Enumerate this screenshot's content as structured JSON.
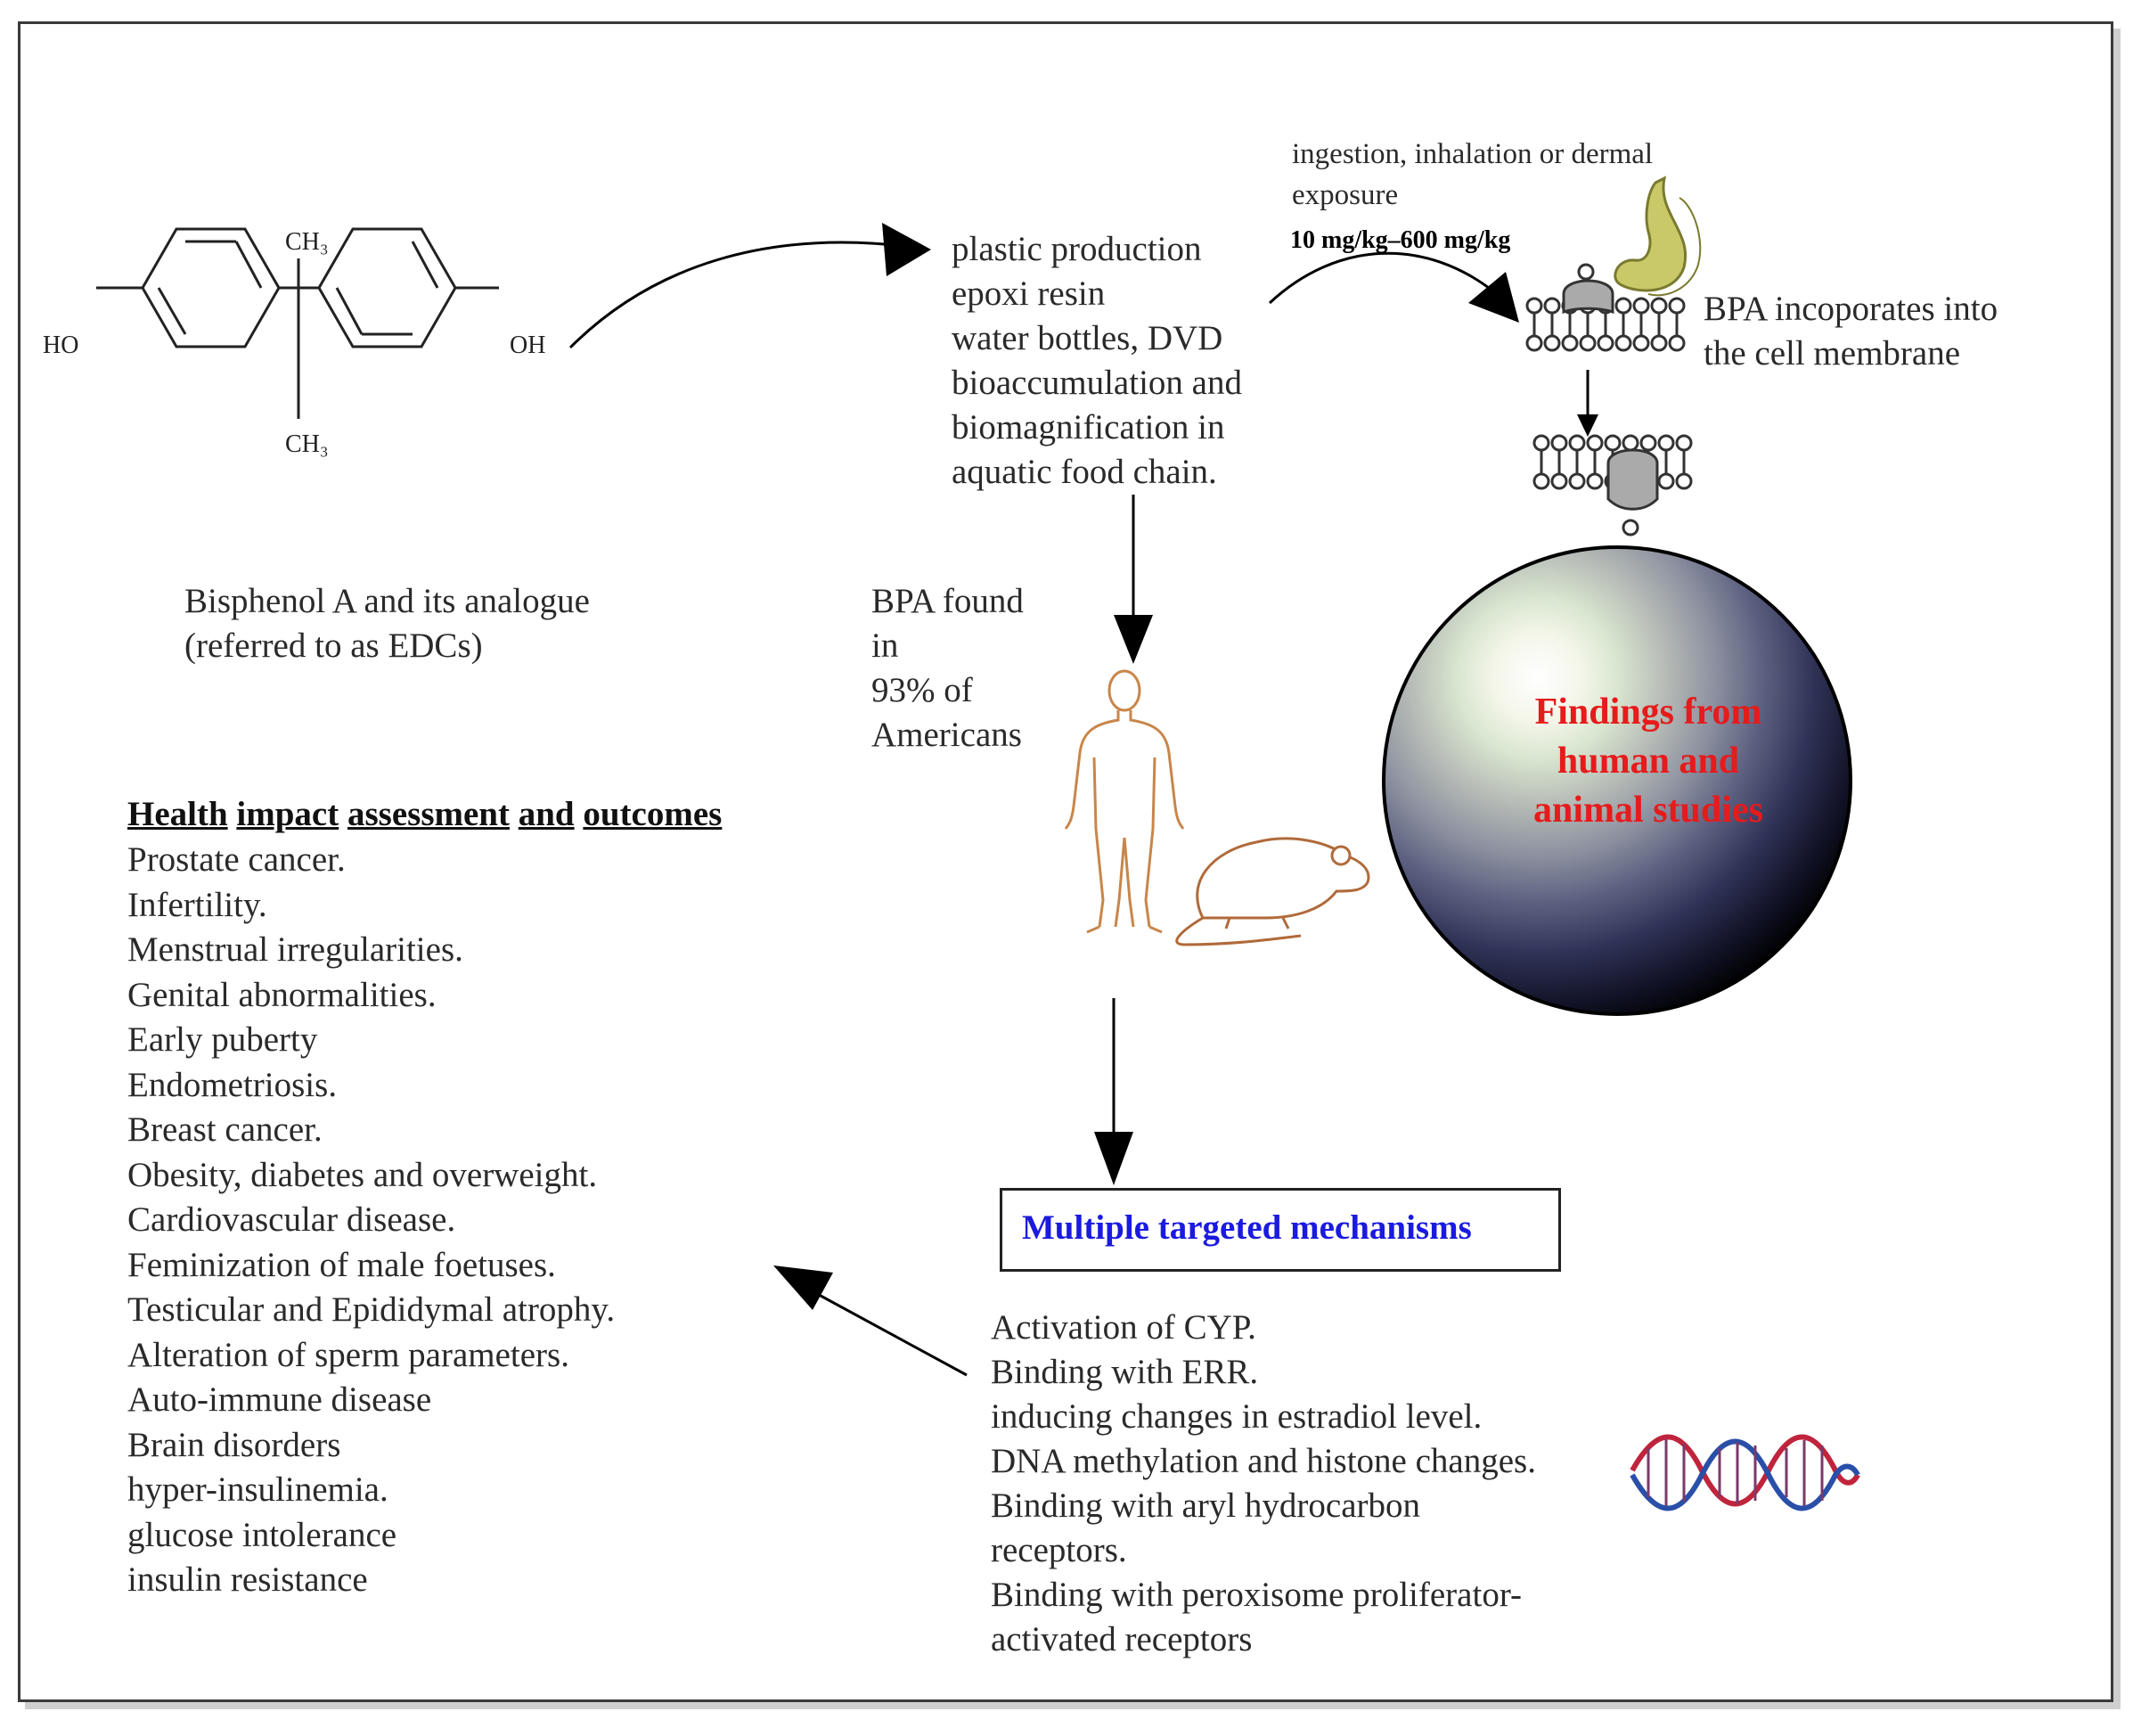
{
  "chemical": {
    "ch3_top": "CH₃",
    "ch3_bottom": "CH₃",
    "ho_left": "HO",
    "oh_right": "OH",
    "caption_line1": "Bisphenol A and its analogue",
    "caption_line2": "(referred to as EDCs)"
  },
  "sources": {
    "lines": [
      "plastic production",
      "epoxi resin",
      "water bottles, DVD",
      "bioaccumulation and",
      "biomagnification in",
      "aquatic food chain."
    ]
  },
  "exposure": {
    "line1": "ingestion, inhalation or dermal",
    "line2": "exposure",
    "dose": "10 mg/kg–600 mg/kg"
  },
  "membrane": {
    "line1": "BPA incoporates into",
    "line2": "the cell membrane"
  },
  "prevalence": {
    "lines": [
      "BPA found",
      "in",
      "93% of",
      "Americans"
    ]
  },
  "sphere": {
    "line1": "Findings from",
    "line2": "human and",
    "line3": "animal studies"
  },
  "health": {
    "heading_words": [
      "Health",
      "impact",
      "assessment",
      "and",
      "outcomes"
    ],
    "items": [
      "Prostate cancer.",
      "Infertility.",
      "Menstrual irregularities.",
      "Genital abnormalities.",
      "Early puberty",
      "Endometriosis.",
      "Breast cancer.",
      "Obesity, diabetes and overweight.",
      "Cardiovascular disease.",
      "Feminization of male foetuses.",
      "Testicular and  Epididymal  atrophy.",
      "Alteration of sperm parameters.",
      "Auto-immune disease",
      "Brain disorders",
      "hyper-insulinemia.",
      "glucose intolerance",
      "insulin resistance"
    ]
  },
  "mechanisms": {
    "title": "Multiple targeted mechanisms",
    "items": [
      "Activation of CYP.",
      "Binding with ERR.",
      "inducing changes in estradiol level.",
      "DNA methylation and histone changes.",
      "Binding with aryl hydrocarbon",
      "receptors.",
      "Binding with peroxisome proliferator-",
      "activated receptors"
    ]
  },
  "colors": {
    "sphere_label": "#e61b1b",
    "mechanism_title": "#1a1ae0",
    "stomach": "#c9c96a",
    "human_outline": "#c8864a",
    "dna_red": "#c0243c",
    "dna_blue": "#2a4fa8"
  }
}
